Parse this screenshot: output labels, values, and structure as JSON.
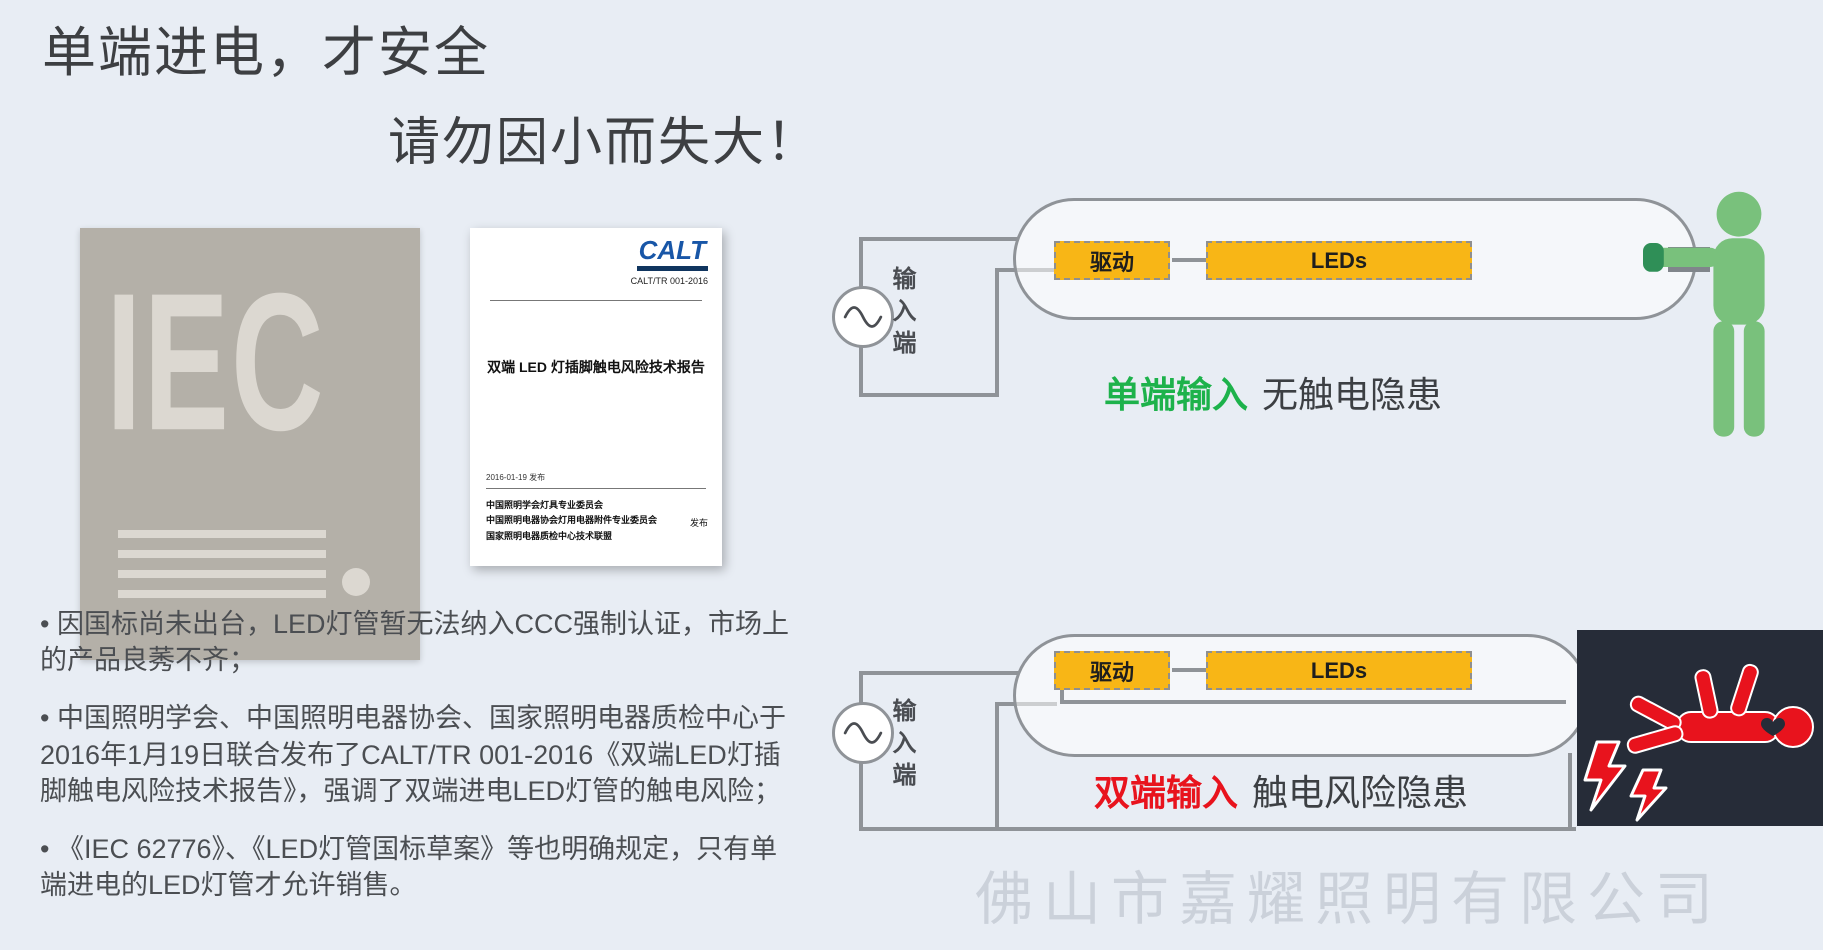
{
  "page": {
    "title": "单端进电，才安全",
    "subtitle": "请勿因小而失大！"
  },
  "iec_card": {
    "label": "IEC"
  },
  "report_card": {
    "logo": "CALT",
    "code": "CALT/TR 001-2016",
    "title": "双端 LED 灯插脚触电风险技术报告",
    "date": "2016-01-19 发布",
    "org1": "中国照明学会灯具专业委员会",
    "org2": "中国照明电器协会灯用电器附件专业委员会",
    "org3": "国家照明电器质检中心技术联盟",
    "publish": "发布"
  },
  "bullets": [
    "• 因国标尚未出台，LED灯管暂无法纳入CCC强制认证，市场上的产品良莠不齐；",
    "• 中国照明学会、中国照明电器协会、国家照明电器质检中心于2016年1月19日联合发布了CALT/TR 001-2016《双端LED灯插脚触电风险技术报告》，强调了双端进电LED灯管的触电风险；",
    "• 《IEC 62776》、《LED灯管国标草案》等也明确规定，只有单端进电的LED灯管才允许销售。"
  ],
  "single_diagram": {
    "input_label": "输入端",
    "driver_label": "驱动",
    "leds_label": "LEDs",
    "caption_term": "单端输入",
    "caption_desc": "无触电隐患"
  },
  "double_diagram": {
    "input_label": "输入端",
    "driver_label": "驱动",
    "leds_label": "LEDs",
    "caption_term": "双端输入",
    "caption_desc": "触电风险隐患"
  },
  "watermark": "佛山市嘉耀照明有限公司",
  "colors": {
    "background": "#e8edf4",
    "safe_green": "#1db24b",
    "danger_red": "#e8131d",
    "chip_orange": "#f8b616",
    "wire_gray": "#8f9398"
  }
}
